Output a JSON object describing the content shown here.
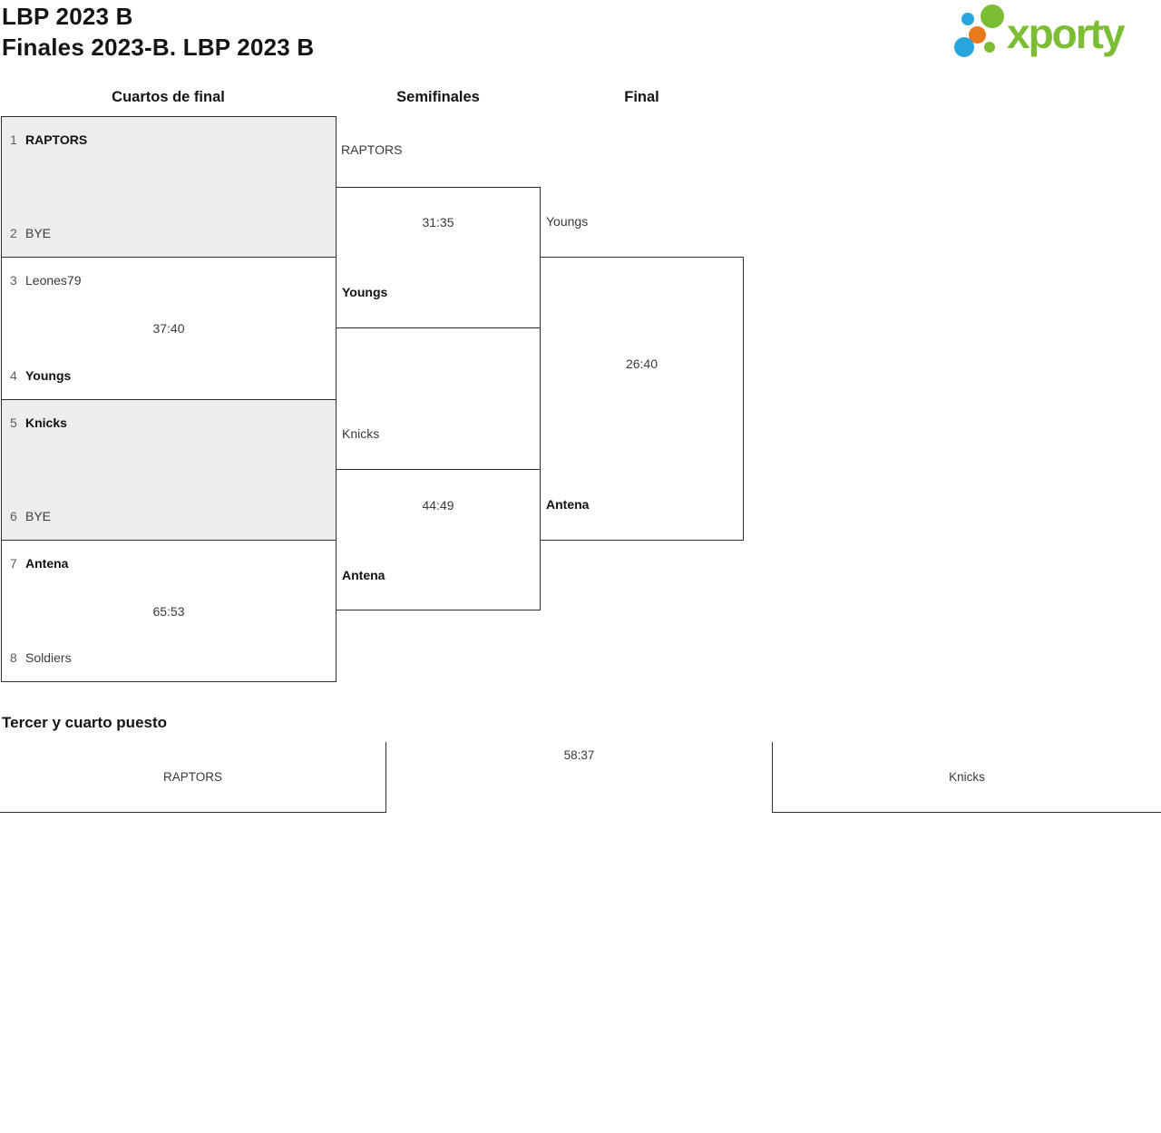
{
  "header": {
    "title_line1": "LBP 2023 B",
    "title_line2": "Finales 2023-B. LBP 2023 B",
    "logo_text": "xporty",
    "brand_colors": {
      "green": "#7cbe33",
      "blue": "#29a5dd",
      "orange": "#e8791c"
    }
  },
  "rounds": {
    "quarterfinals_label": "Cuartos de final",
    "semifinals_label": "Semifinales",
    "final_label": "Final"
  },
  "quarterfinals": [
    {
      "team1_seed": "1",
      "team1": "RAPTORS",
      "team2_seed": "2",
      "team2": "BYE",
      "score": ""
    },
    {
      "team1_seed": "3",
      "team1": "Leones79",
      "team2_seed": "4",
      "team2": "Youngs",
      "score": "37:40"
    },
    {
      "team1_seed": "5",
      "team1": "Knicks",
      "team2_seed": "6",
      "team2": "BYE",
      "score": ""
    },
    {
      "team1_seed": "7",
      "team1": "Antena",
      "team2_seed": "8",
      "team2": "Soldiers",
      "score": "65:53"
    }
  ],
  "semifinals": [
    {
      "team1": "RAPTORS",
      "team2": "Youngs",
      "score": "31:35"
    },
    {
      "team1": "Knicks",
      "team2": "Antena",
      "score": "44:49"
    }
  ],
  "final": {
    "team1": "Youngs",
    "team2": "Antena",
    "score": "26:40"
  },
  "third_place": {
    "heading": "Tercer y cuarto puesto",
    "team1": "RAPTORS",
    "team2": "Knicks",
    "score": "58:37"
  }
}
